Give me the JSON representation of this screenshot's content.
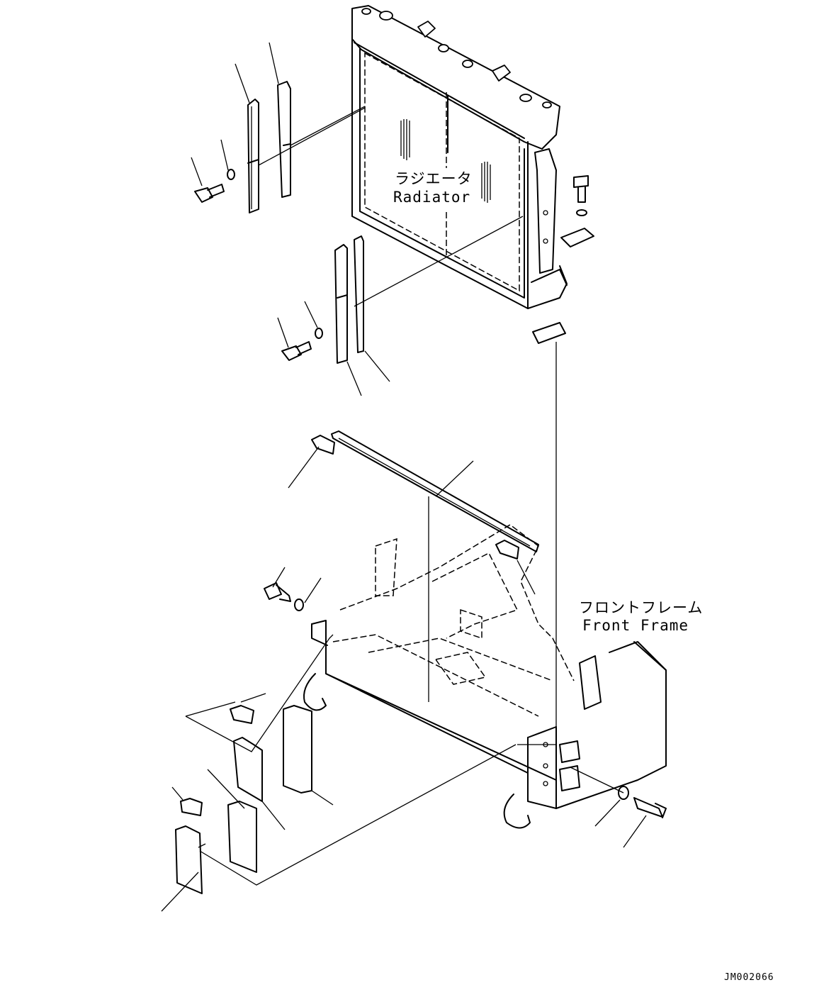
{
  "labels": {
    "radiator_jp": "ラジエータ",
    "radiator_en": "Radiator",
    "front_frame_jp": "フロントフレーム",
    "front_frame_en": "Front Frame",
    "drawing_code": "JM002066"
  }
}
